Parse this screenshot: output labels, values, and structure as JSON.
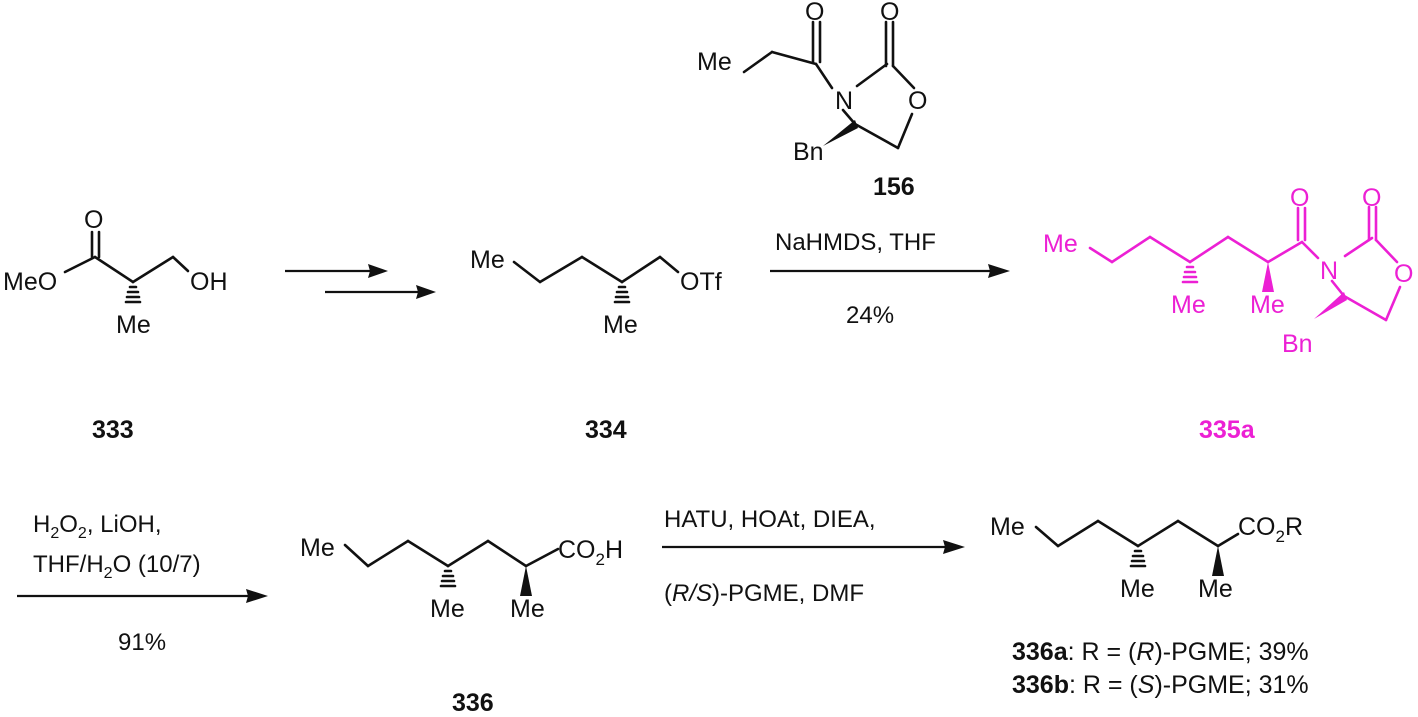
{
  "highlight_color": "#ec20d4",
  "text_color": "#111111",
  "compounds": {
    "c156": {
      "number": "156",
      "labels": {
        "O1": "O",
        "O2": "O",
        "Me": "Me",
        "N": "N",
        "O3": "O",
        "Bn": "Bn"
      }
    },
    "c333": {
      "number": "333",
      "labels": {
        "O": "O",
        "MeO": "MeO",
        "OH": "OH",
        "Me": "Me"
      }
    },
    "c334": {
      "number": "334",
      "labels": {
        "Me": "Me",
        "OTf": "OTf",
        "Me2": "Me"
      }
    },
    "c335a": {
      "number": "335a",
      "labels": {
        "O1": "O",
        "O2": "O",
        "Me": "Me",
        "N": "N",
        "O3": "O",
        "Me2": "Me",
        "Me3": "Me",
        "Bn": "Bn"
      }
    },
    "c336": {
      "number": "336",
      "labels": {
        "Me": "Me",
        "CO": "CO",
        "sub2": "2",
        "H": "H",
        "Me2": "Me",
        "Me3": "Me"
      }
    },
    "c336ab": {
      "labels": {
        "Me": "Me",
        "CO": "CO",
        "sub2": "2",
        "R": "R",
        "Me2": "Me",
        "Me3": "Me"
      },
      "a_num": "336a",
      "a_pre": ": R = (",
      "a_it": "R",
      "a_post": ")-PGME; 39%",
      "b_num": "336b",
      "b_pre": ": R = (",
      "b_it": "S",
      "b_post": ")-PGME; 31%"
    }
  },
  "reactions": {
    "r2": {
      "above": "NaHMDS, THF",
      "below": "24%"
    },
    "r3": {
      "line1": "H",
      "line1_sub": "2",
      "line1_mid": "O",
      "line1_sub2": "2",
      "line1_end": ", LiOH,",
      "line2": "THF/H",
      "line2_sub": "2",
      "line2_end": "O (10/7)",
      "below": "91%"
    },
    "r4": {
      "above": "HATU, HOAt, DIEA,",
      "below_pre": "(",
      "below_it": "R/S",
      "below_post": ")-PGME, DMF"
    }
  }
}
